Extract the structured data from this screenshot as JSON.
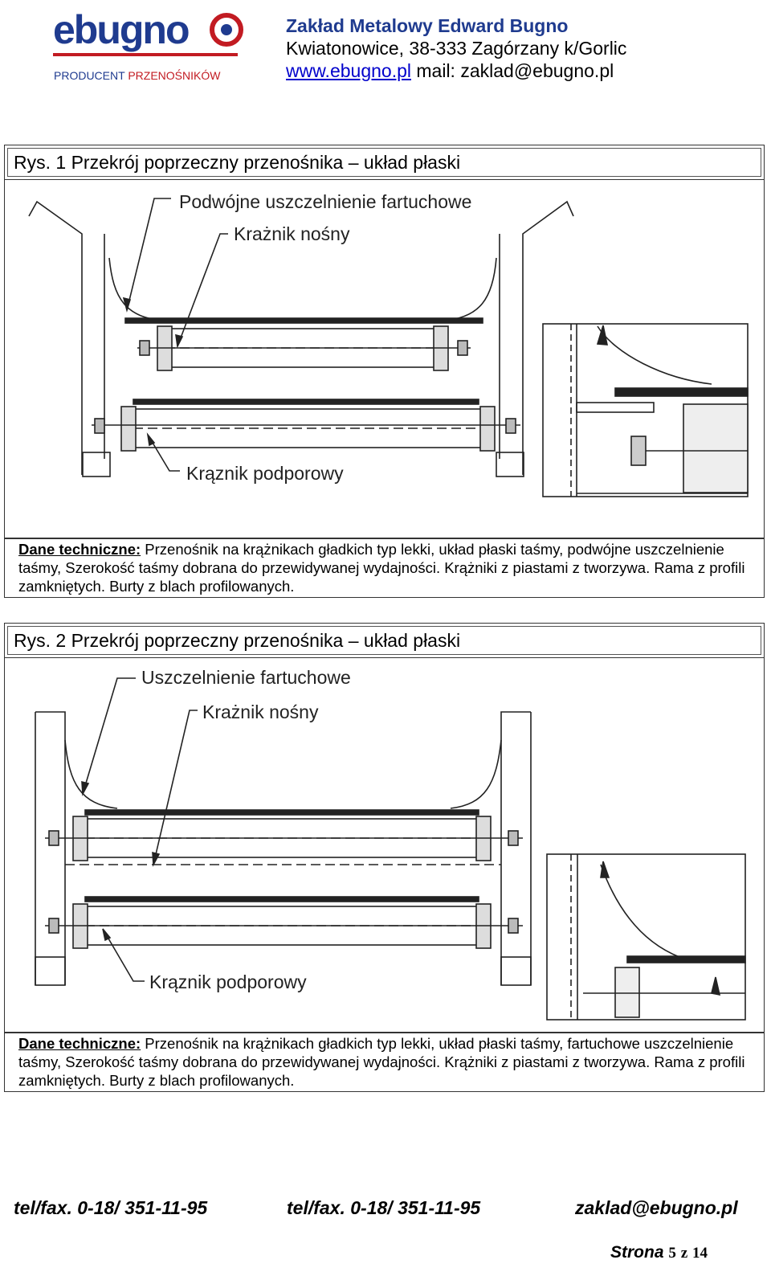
{
  "header": {
    "logo_text": "ebugno",
    "logo_tagline_1": "PRODUCENT ",
    "logo_tagline_2": "PRZENOŚNIKÓW",
    "company_name": "Zakład Metalowy Edward Bugno",
    "address": "Kwiatonowice, 38-333 Zagórzany  k/Gorlic",
    "website": "www.ebugno.pl",
    "email": "mail: zaklad@ebugno.pl"
  },
  "figures": [
    {
      "title": "Rys. 1 Przekrój poprzeczny przenośnika – układ płaski",
      "callouts": {
        "seal": "Podwójne uszczelnienie fartuchowe",
        "carry": "Krażnik nośny",
        "return": "Krąznik podporowy"
      },
      "desc_label": "Dane techniczne:",
      "desc_text": " Przenośnik na krążnikach gładkich typ lekki, układ płaski taśmy, podwójne uszczelnienie taśmy, Szerokość taśmy dobrana do przewidywanej wydajności. Krążniki z piastami z tworzywa. Rama z profili zamkniętych. Burty z blach profilowanych."
    },
    {
      "title": "Rys. 2 Przekrój poprzeczny przenośnika – układ płaski",
      "callouts": {
        "seal": "Uszczelnienie fartuchowe",
        "carry": "Krażnik nośny",
        "return": "Krąznik podporowy"
      },
      "desc_label": "Dane techniczne:",
      "desc_text": " Przenośnik na krążnikach gładkich typ lekki, układ płaski taśmy, fartuchowe uszczelnienie taśmy, Szerokość taśmy dobrana do przewidywanej wydajności. Krążniki z piastami z tworzywa. Rama z profili zamkniętych. Burty z blach profilowanych."
    }
  ],
  "footer": {
    "phone_1": "tel/fax. 0-18/ 351-11-95",
    "phone_2": "tel/fax. 0-18/ 351-11-95",
    "email": "zaklad@ebugno.pl",
    "page_label": "Strona",
    "page_current": "5",
    "page_sep": "z",
    "page_total": "14"
  }
}
